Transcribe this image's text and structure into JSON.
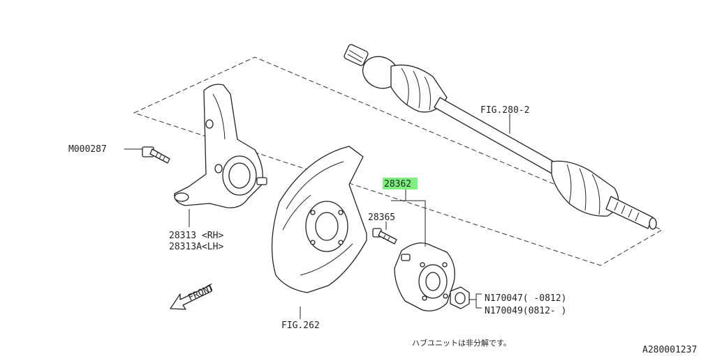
{
  "labels": {
    "fig_280": "FIG.280-2",
    "part_28362": "28362",
    "part_28365": "28365",
    "m000287": "M000287",
    "part_28313_rh": "28313 <RH>",
    "part_28313a_lh": "28313A<LH>",
    "fig_262": "FIG.262",
    "n170047": "N170047( -0812)",
    "n170049": "N170049(0812- )",
    "front": "FRONT",
    "note_jp": "ハブユニットは非分解です。",
    "drawing_id": "A280001237"
  },
  "highlight_color": "#7ef07e"
}
